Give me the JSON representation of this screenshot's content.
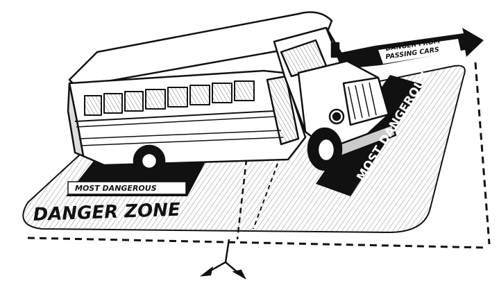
{
  "labels": {
    "danger_from": "DANGER FROM",
    "passing_cars": "PASSING CARS",
    "most_dangerous_side": "MOST DANGEROUS",
    "most_dangerous_front": "MOST DANGEROUS",
    "danger_zone": "DANGER ZONE"
  },
  "colors": {
    "ink": "#111111",
    "paper": "#ffffff",
    "hatch": "#9a9a9a"
  },
  "icons": {
    "bus": "school-bus-illustration",
    "arrow": "arrow-right-icon",
    "walkway": "pedestrian-path-arrows-icon"
  }
}
